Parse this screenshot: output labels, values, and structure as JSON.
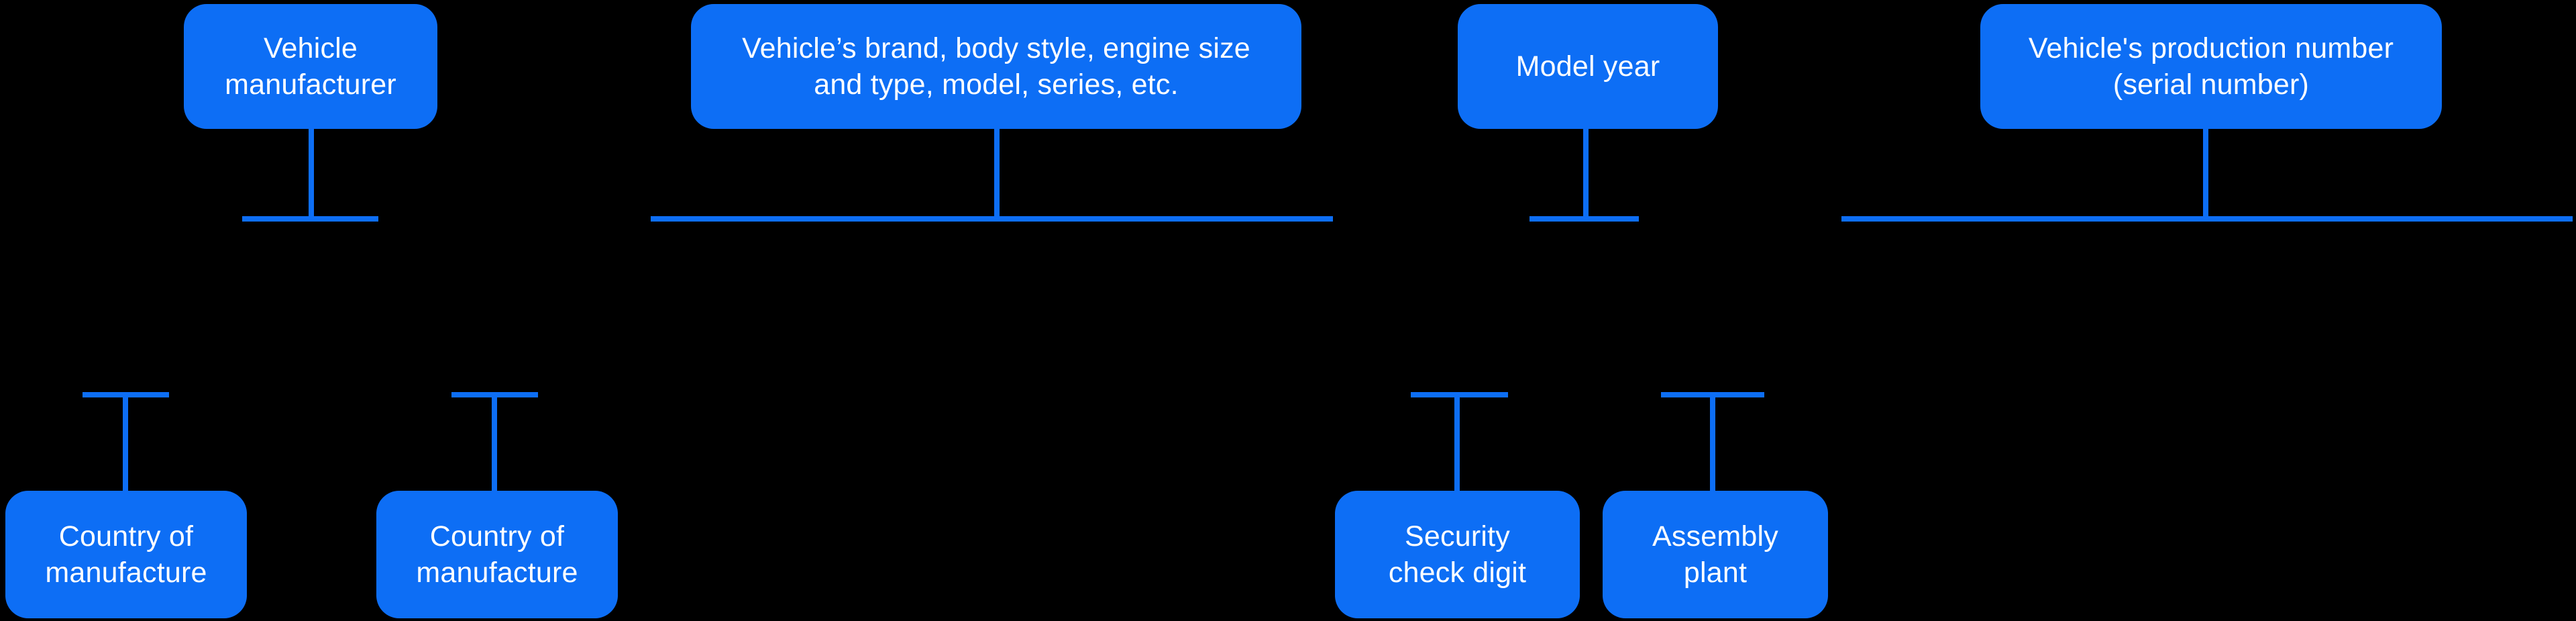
{
  "colors": {
    "background": "#000000",
    "accent": "#0d6ef5",
    "text": "#ffffff"
  },
  "diagram": {
    "title": "VIN structure diagram",
    "top_nodes": [
      {
        "id": "vehicle-manufacturer",
        "label": "Vehicle\nmanufacturer"
      },
      {
        "id": "vehicle-descriptor",
        "label": "Vehicle’s brand, body style, engine size\nand type, model, series, etc."
      },
      {
        "id": "model-year",
        "label": "Model year"
      },
      {
        "id": "production-number",
        "label": "Vehicle's production number\n(serial number)"
      }
    ],
    "bottom_nodes": [
      {
        "id": "country-of-manufacture-1",
        "label": "Country of\nmanufacture"
      },
      {
        "id": "country-of-manufacture-2",
        "label": "Country of\nmanufacture"
      },
      {
        "id": "security-check-digit",
        "label": "Security\ncheck digit"
      },
      {
        "id": "assembly-plant",
        "label": "Assembly\nplant"
      }
    ]
  }
}
